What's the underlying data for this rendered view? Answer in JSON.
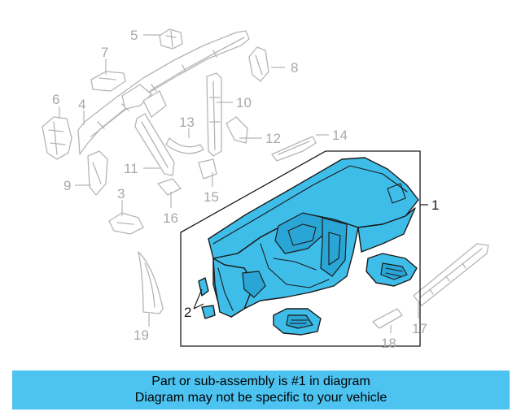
{
  "callouts": [
    {
      "num": "1",
      "active": true
    },
    {
      "num": "2",
      "active": true
    },
    {
      "num": "3",
      "active": false
    },
    {
      "num": "4",
      "active": false
    },
    {
      "num": "5",
      "active": false
    },
    {
      "num": "6",
      "active": false
    },
    {
      "num": "7",
      "active": false
    },
    {
      "num": "8",
      "active": false
    },
    {
      "num": "9",
      "active": false
    },
    {
      "num": "10",
      "active": false
    },
    {
      "num": "11",
      "active": false
    },
    {
      "num": "12",
      "active": false
    },
    {
      "num": "13",
      "active": false
    },
    {
      "num": "14",
      "active": false
    },
    {
      "num": "15",
      "active": false
    },
    {
      "num": "16",
      "active": false
    },
    {
      "num": "17",
      "active": false
    },
    {
      "num": "18",
      "active": false
    },
    {
      "num": "19",
      "active": false
    }
  ],
  "colors": {
    "highlight": "#3fbde9",
    "banner": "#4cc3f0",
    "ghost": "#b5b5b5"
  },
  "banner": {
    "line1": "Part or sub-assembly is #1 in diagram",
    "line2": "Diagram may not be specific to your vehicle"
  }
}
